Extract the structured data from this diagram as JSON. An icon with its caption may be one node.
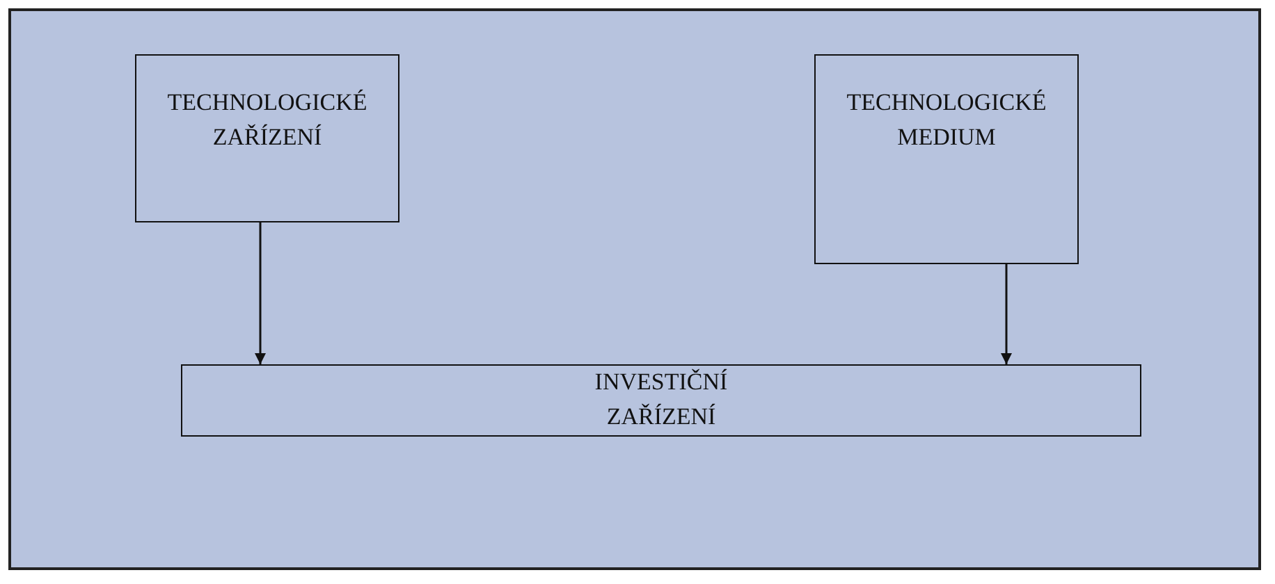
{
  "diagram": {
    "nodes": [
      {
        "text": [
          "TECHNOLOGICKÉ ZAŘÍZENÍ"
        ]
      },
      {
        "text": [
          "TECHNOLOGICKÉ MEDIUM"
        ]
      },
      {
        "text": [
          "INVESTIČNÍ ZAŘÍZENÍ"
        ]
      }
    ],
    "edges": [
      {
        "from": 0,
        "to": 2,
        "arrow": "to"
      },
      {
        "from": 1,
        "to": 2,
        "arrow": "to"
      }
    ]
  }
}
